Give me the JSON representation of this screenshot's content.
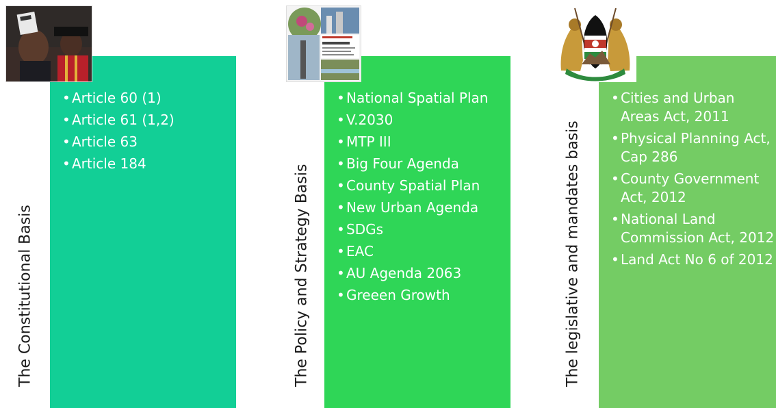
{
  "columns": [
    {
      "title": "The Constitutional Basis",
      "color": "#12cf96",
      "image_icon": "photo-president-holding-constitution",
      "items": [
        "Article 60 (1)",
        "Article 61 (1,2)",
        "Article 63",
        "Article 184"
      ]
    },
    {
      "title": "The Policy and Strategy Basis",
      "color": "#2fd657",
      "image_icon": "photo-policy-report-collage",
      "items": [
        "National Spatial Plan",
        "V.2030",
        "MTP III",
        "Big Four Agenda",
        "County Spatial Plan",
        "New Urban Agenda",
        "SDGs",
        "EAC",
        "AU Agenda 2063",
        "Greeen Growth"
      ]
    },
    {
      "title": "The legislative and mandates basis",
      "color": "#74cc64",
      "image_icon": "coat-of-arms-kenya",
      "items": [
        "Cities and Urban Areas Act, 2011",
        "Physical Planning Act, Cap 286",
        "County Government Act, 2012",
        "National Land Commission Act, 2012",
        "Land Act No 6 of 2012"
      ]
    }
  ]
}
